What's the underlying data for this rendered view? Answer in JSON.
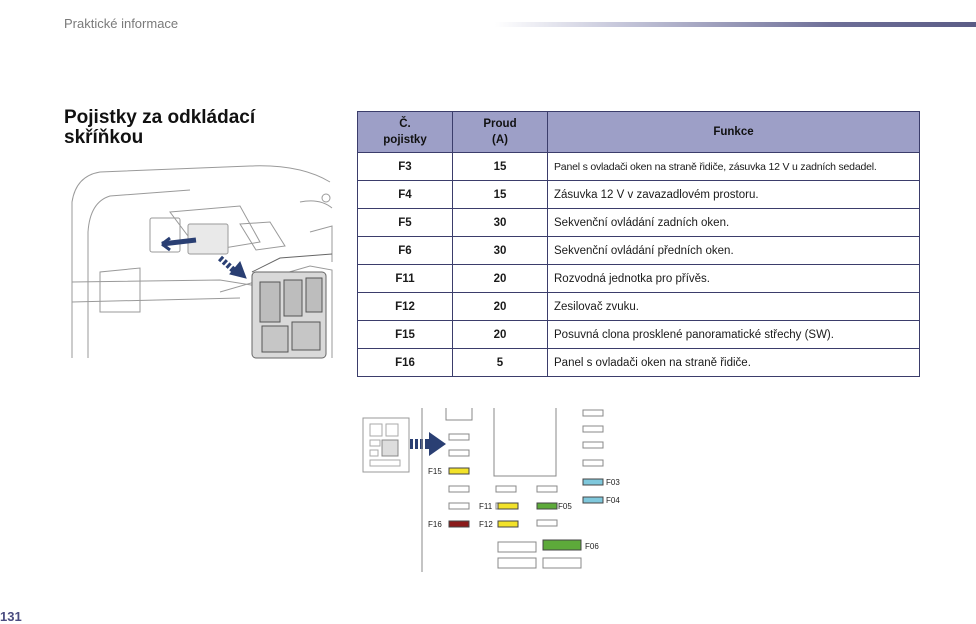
{
  "header": {
    "section": "Praktické informace"
  },
  "title": {
    "text": "Pojistky za odkládací skříňkou"
  },
  "table": {
    "columns": [
      "Č. pojistky",
      "Proud (A)",
      "Funkce"
    ],
    "col1_line1": "Č.",
    "col1_line2": "pojistky",
    "col2_line1": "Proud",
    "col2_line2": "(A)",
    "col3": "Funkce",
    "rows": [
      {
        "num": "F3",
        "amp": "15",
        "func": "Panel s ovladači oken na straně řidiče, zásuvka 12 V u zadních sedadel."
      },
      {
        "num": "F4",
        "amp": "15",
        "func": "Zásuvka 12 V v zavazadlovém prostoru."
      },
      {
        "num": "F5",
        "amp": "30",
        "func": "Sekvenční ovládání zadních oken."
      },
      {
        "num": "F6",
        "amp": "30",
        "func": "Sekvenční ovládání předních oken."
      },
      {
        "num": "F11",
        "amp": "20",
        "func": "Rozvodná jednotka pro přívěs."
      },
      {
        "num": "F12",
        "amp": "20",
        "func": "Zesilovač zvuku."
      },
      {
        "num": "F15",
        "amp": "20",
        "func": "Posuvná clona prosklené panoramatické střechy (SW)."
      },
      {
        "num": "F16",
        "amp": "5",
        "func": "Panel s ovladači oken na straně řidiče."
      }
    ]
  },
  "diagram": {
    "labels": {
      "f15": "F15",
      "f11": "F11",
      "f05": "F05",
      "f16": "F16",
      "f12": "F12",
      "f03": "F03",
      "f04": "F04",
      "f06": "F06"
    },
    "colors": {
      "yellow": "#f2e22a",
      "green": "#5daa3a",
      "blue": "#7fc8dc",
      "red": "#8b1a1a",
      "arrow": "#2a3f73",
      "table_header": "#9d9fc7"
    }
  },
  "page_number": "131"
}
